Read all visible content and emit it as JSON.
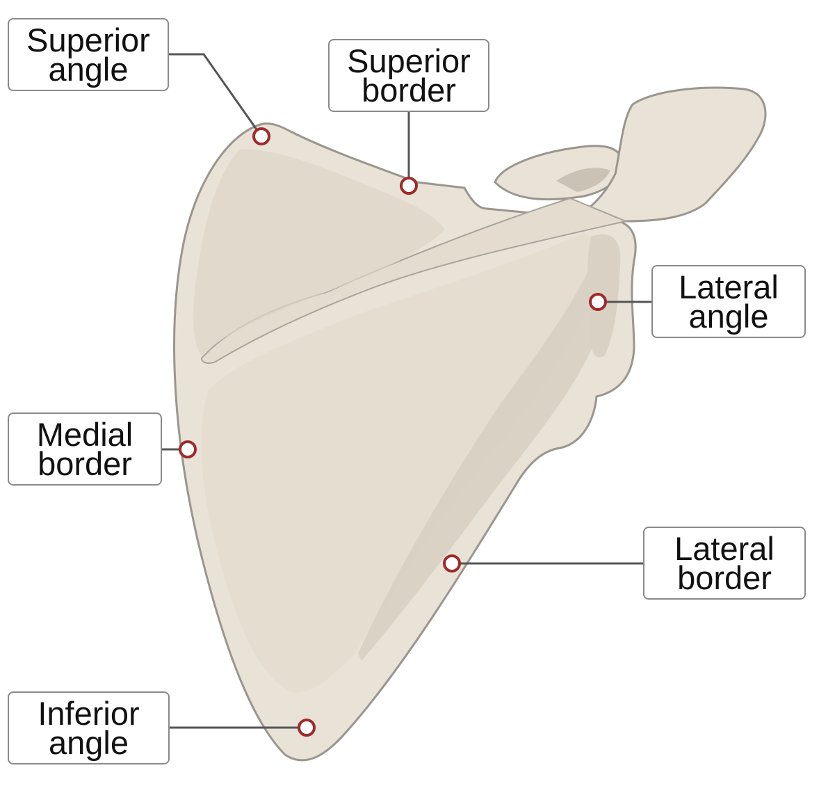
{
  "labels": {
    "superior_angle": [
      "Superior",
      "angle"
    ],
    "superior_border": [
      "Superior",
      "border"
    ],
    "lateral_angle": [
      "Lateral",
      "angle"
    ],
    "medial_border": [
      "Medial",
      "border"
    ],
    "lateral_border": [
      "Lateral",
      "border"
    ],
    "inferior_angle": [
      "Inferior",
      "angle"
    ]
  },
  "colors": {
    "bone_fill": "#e9e2d6",
    "bone_outline": "#9a968e",
    "bone_shadow": "#d6cfc2",
    "marker": "#9e2a2b",
    "leader_line": "#555555",
    "label_border": "#8a8a8a"
  }
}
